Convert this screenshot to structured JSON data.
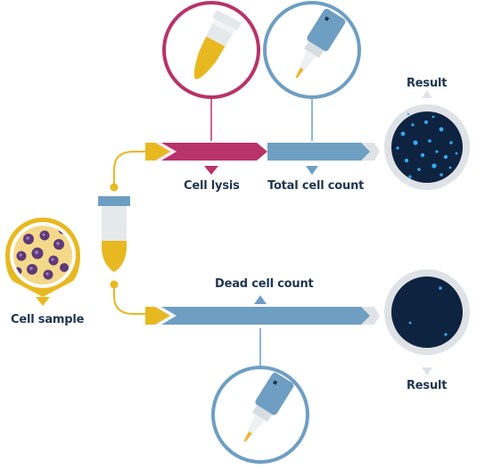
{
  "labels": {
    "cell_sample": "Cell sample",
    "cell_lysis": "Cell lysis",
    "total_cell_count": "Total cell count",
    "dead_cell_count": "Dead cell count",
    "result_top": "Result",
    "result_bottom": "Result"
  },
  "icons": {
    "lysis": "microtube-icon",
    "pipette_top": "pipette-icon",
    "pipette_bottom": "pipette-icon",
    "sample": "cell-dish-icon",
    "tube": "sample-tube-icon"
  },
  "colors": {
    "magenta": "#b8336a",
    "steel_blue": "#6e9ec2",
    "gold": "#e8b820",
    "navy": "#0d2340",
    "light_gray": "#dfe2e6",
    "purple_cell": "#5e3a78",
    "fluorescent": "#3aa8f0"
  }
}
